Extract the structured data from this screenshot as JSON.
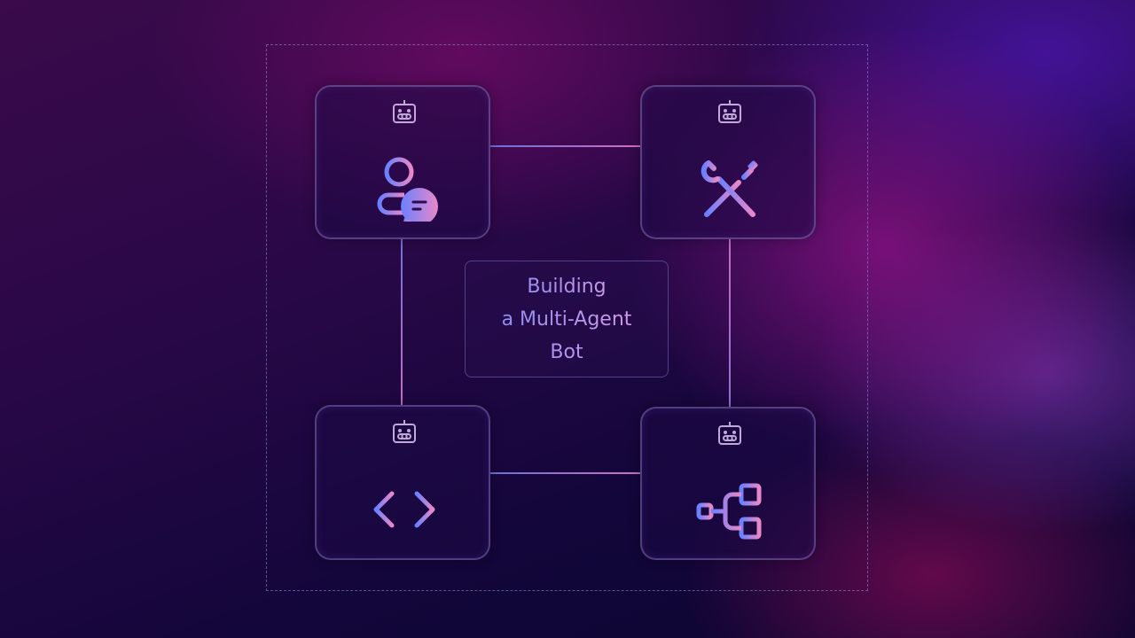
{
  "title_lines": [
    "Building",
    "a Multi-Agent",
    "Bot"
  ],
  "nodes": [
    {
      "id": "top-left",
      "icon": "user-chat-icon",
      "badge": "robot-icon"
    },
    {
      "id": "top-right",
      "icon": "tools-icon",
      "badge": "robot-icon"
    },
    {
      "id": "bottom-left",
      "icon": "code-icon",
      "badge": "robot-icon"
    },
    {
      "id": "bottom-right",
      "icon": "hierarchy-icon",
      "badge": "robot-icon"
    }
  ],
  "colors": {
    "gradient_start": "#6a80ff",
    "gradient_end": "#e888c8",
    "robot": "#c0a8d8"
  }
}
